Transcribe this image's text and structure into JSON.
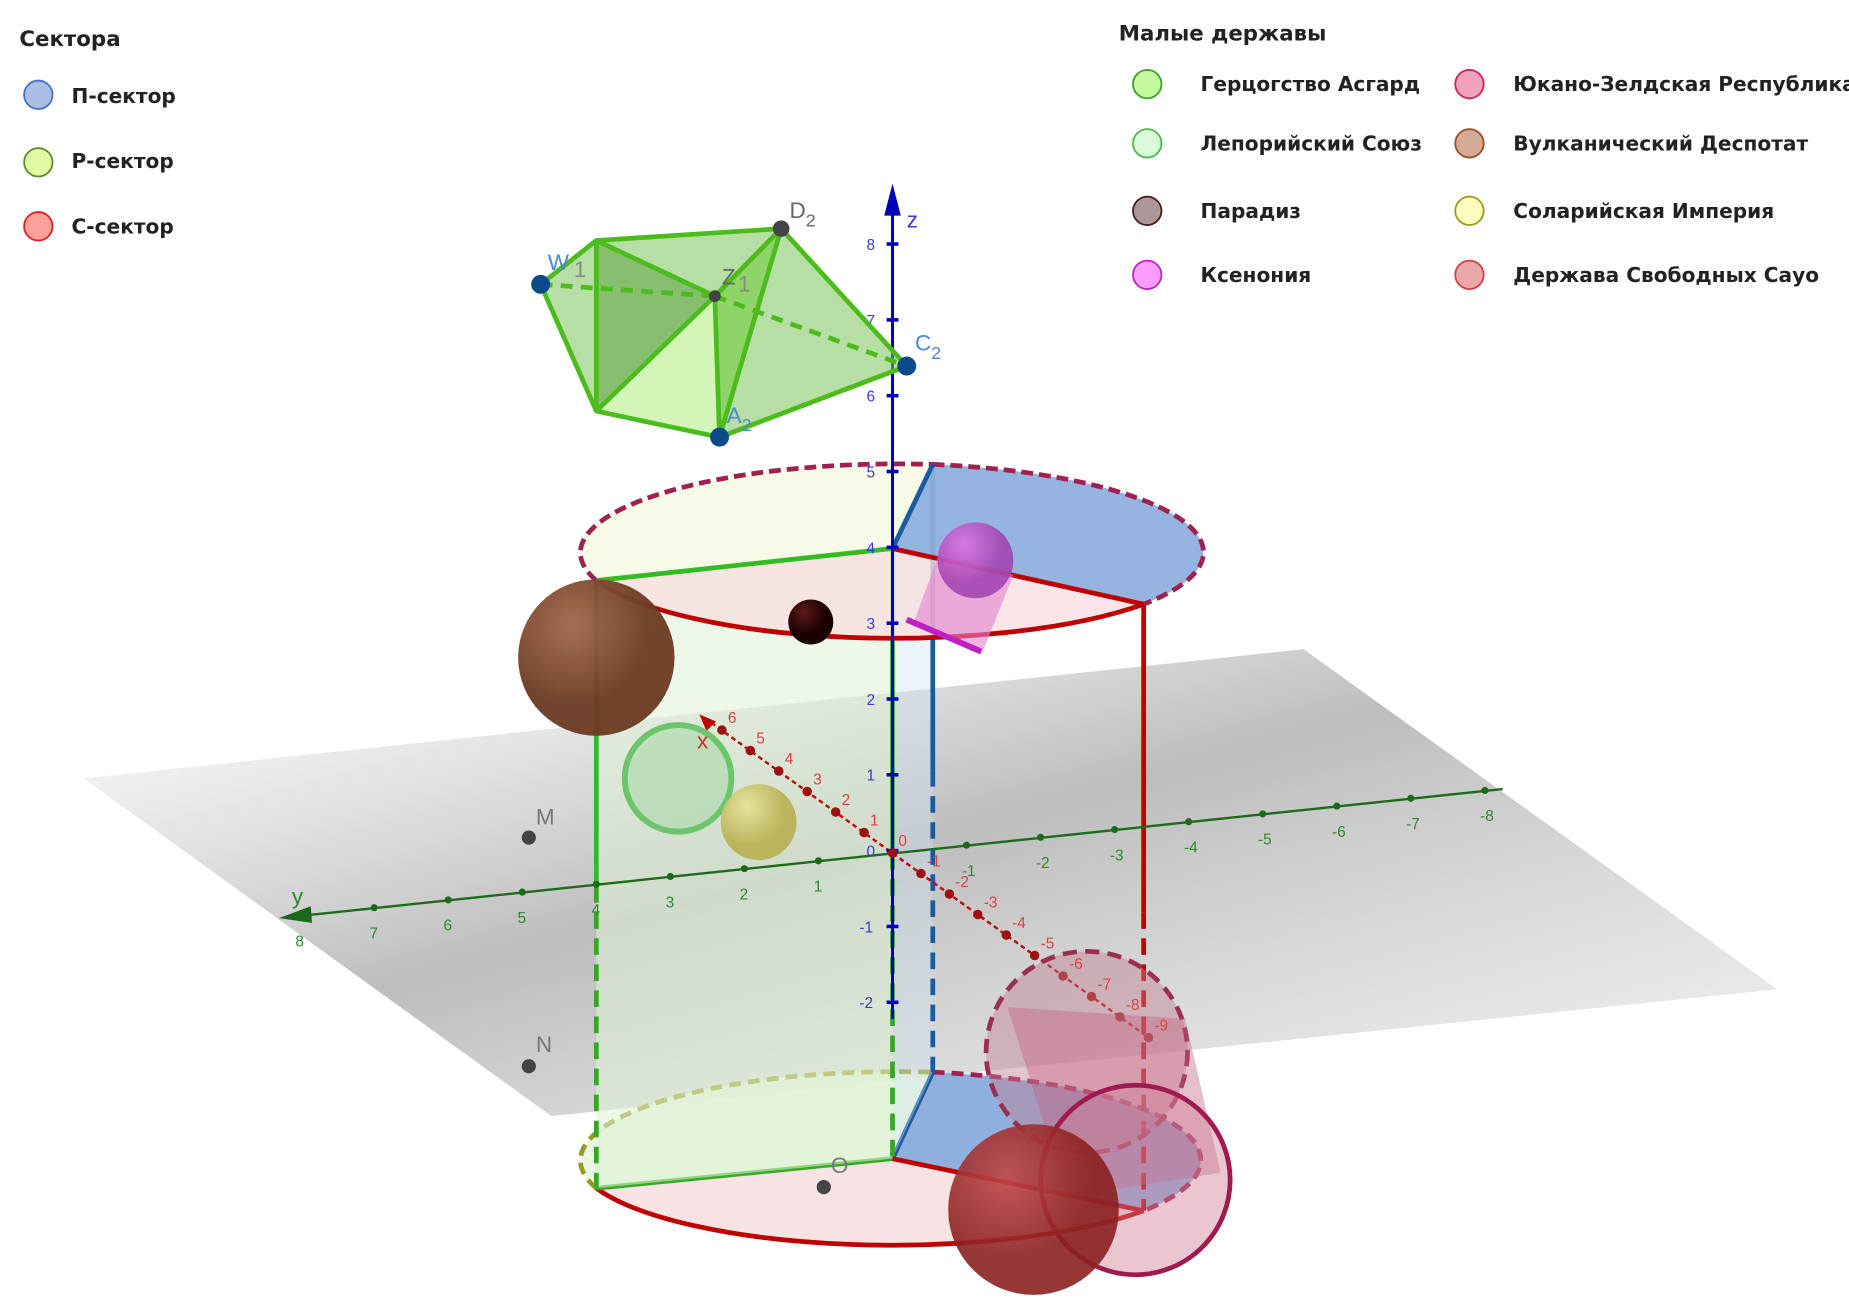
{
  "legend_sectors": {
    "title": "Сектора",
    "items": [
      {
        "label": "П-сектор",
        "fill": "#a9bfe6",
        "stroke": "#4472c4"
      },
      {
        "label": "Р-сектор",
        "fill": "#e2fba3",
        "stroke": "#5a8a2a"
      },
      {
        "label": "С-сектор",
        "fill": "#f9a19a",
        "stroke": "#e02020"
      }
    ]
  },
  "legend_powers": {
    "title": "Малые державы",
    "col1": [
      {
        "label": "Герцогство Асгард",
        "fill": "#c4f99e",
        "stroke": "#3aa02a"
      },
      {
        "label": "Лепорийский Союз",
        "fill": "#d9fbd9",
        "stroke": "#4cb64c"
      },
      {
        "label": "Парадиз",
        "fill": "#ac9898",
        "stroke": "#4a1a1a"
      },
      {
        "label": "Ксенония",
        "fill": "#fb9cfb",
        "stroke": "#c020c0"
      }
    ],
    "col2": [
      {
        "label": "Юкано-Зелдская Республика",
        "fill": "#efa3bd",
        "stroke": "#d02060"
      },
      {
        "label": "Вулканический Деспотат",
        "fill": "#d4ab97",
        "stroke": "#a04a20"
      },
      {
        "label": "Соларийская Империя",
        "fill": "#fdfdc0",
        "stroke": "#9a9a20"
      },
      {
        "label": "Держава Свободных Сауо",
        "fill": "#eba8a8",
        "stroke": "#d04040"
      }
    ]
  },
  "points": {
    "W1": "W",
    "W1_sub": "1",
    "Z1": "Z",
    "Z1_sub": "1",
    "D2": "D",
    "D2_sub": "2",
    "C2": "C",
    "C2_sub": "2",
    "A2": "A",
    "A2_sub": "2",
    "M": "M",
    "N": "N",
    "O": "O"
  },
  "axes": {
    "x_label": "x",
    "y_label": "y",
    "z_label": "z",
    "x_ticks": [
      6,
      5,
      4,
      3,
      2,
      1,
      0,
      -1,
      -2,
      -3,
      -4,
      -5,
      -6,
      -7,
      -8,
      -9
    ],
    "y_ticks": [
      8,
      7,
      6,
      5,
      4,
      3,
      2,
      1,
      -1,
      -2,
      -3,
      -4,
      -5,
      -6,
      -7,
      -8
    ],
    "z_ticks": [
      8,
      7,
      6,
      5,
      4,
      3,
      2,
      1,
      0,
      -1,
      -2
    ]
  },
  "colors": {
    "x_axis": "#c00000",
    "y_axis": "#1a6a1a",
    "z_axis": "#0000bb"
  }
}
